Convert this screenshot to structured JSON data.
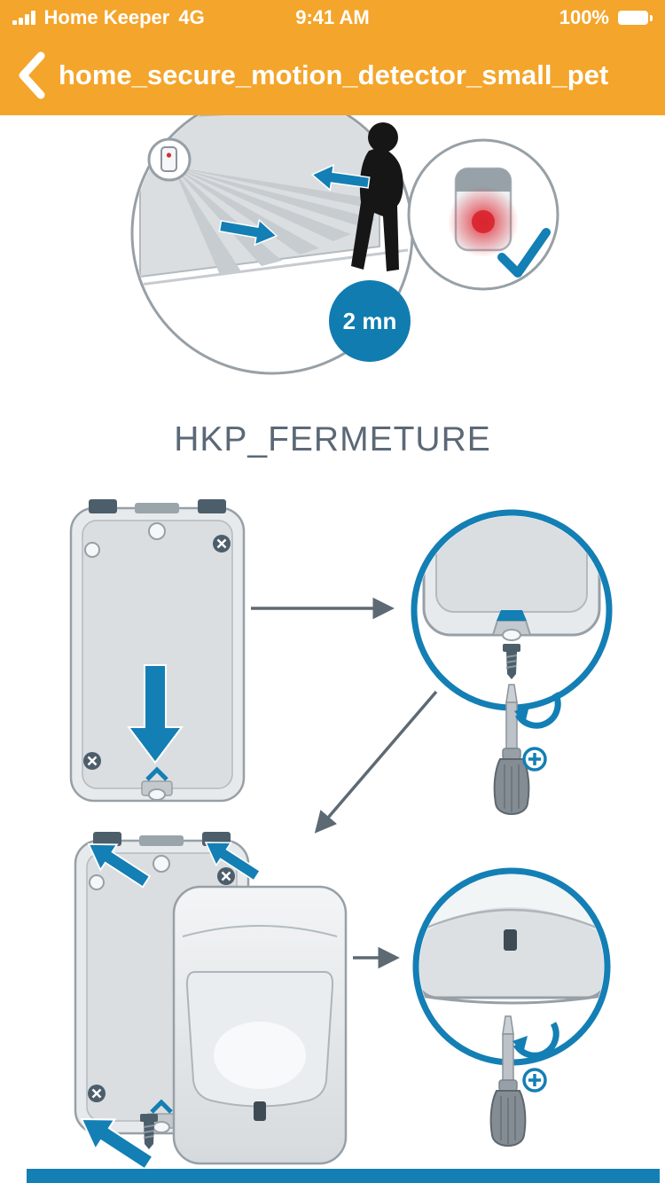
{
  "status_bar": {
    "carrier": "Home Keeper",
    "network": "4G",
    "time": "9:41 AM",
    "battery_percent": "100%"
  },
  "nav_bar": {
    "title": "home_secure_motion_detector_small_pet"
  },
  "document": {
    "section_title": "HKP_FERMETURE",
    "badge_label": "2 mn"
  },
  "icons": {
    "back": "chevron-left",
    "signal": "signal-bars",
    "battery": "battery-full",
    "check": "blue-checkmark",
    "rotate": "clockwise-rotation-arrow",
    "phillips_screw": "phillips-cross-circle",
    "screw_cross": "screw-x-marker",
    "down_arrow": "blue-down-arrow"
  },
  "colors": {
    "header_yellow": "#F4A52B",
    "accent_blue": "#137FB4",
    "title_gray": "#5B6876",
    "illustration_gray": "#97A0A7",
    "silhouette_black": "#161616",
    "led_red": "#E0252F"
  }
}
